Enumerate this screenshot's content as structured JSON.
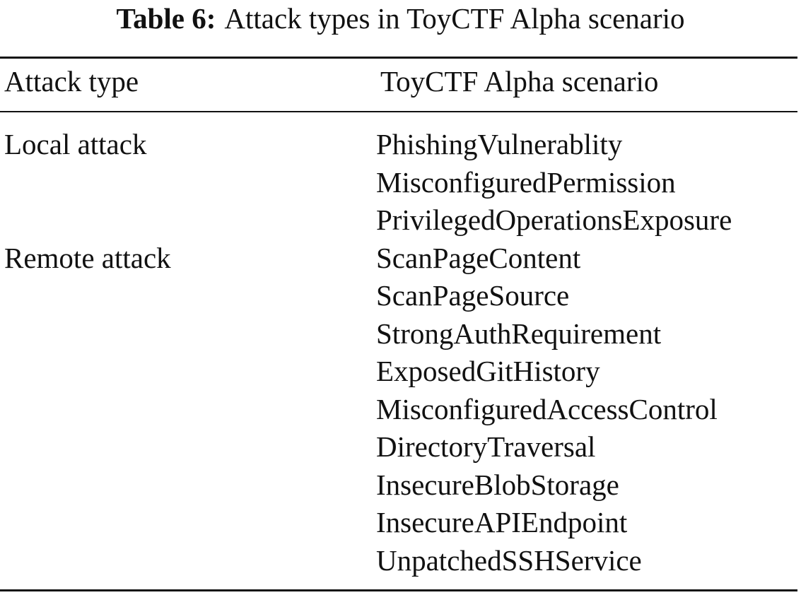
{
  "caption": {
    "label": "Table 6:",
    "text": "Attack types in ToyCTF Alpha scenario"
  },
  "table": {
    "headers": [
      "Attack type",
      "ToyCTF Alpha scenario"
    ],
    "rows": [
      {
        "type": "Local attack",
        "items": [
          "PhishingVulnerablity",
          "MisconfiguredPermission",
          "PrivilegedOperationsExposure"
        ]
      },
      {
        "type": "Remote attack",
        "items": [
          "ScanPageContent",
          "ScanPageSource",
          "StrongAuthRequirement",
          "ExposedGitHistory",
          "MisconfiguredAccessControl",
          "DirectoryTraversal",
          "InsecureBlobStorage",
          "InsecureAPIEndpoint",
          "UnpatchedSSHService"
        ]
      }
    ]
  }
}
